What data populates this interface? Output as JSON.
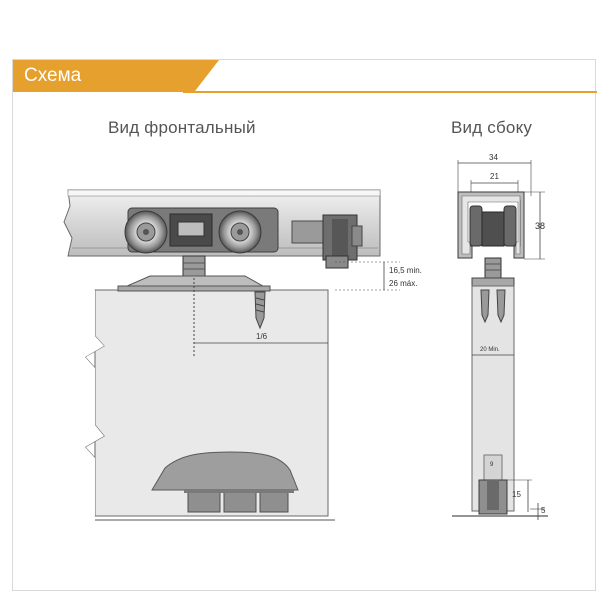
{
  "header": {
    "title": "Схема",
    "accent_color": "#e6a02d"
  },
  "views": {
    "front": {
      "title": "Вид фронтальный"
    },
    "side": {
      "title": "Вид сбоку"
    }
  },
  "dimensions": {
    "front_gap_min": "16,5 min.",
    "front_gap_max": "26 máx.",
    "front_fraction": "1/6",
    "side_width_outer": "34",
    "side_width_inner": "21",
    "side_height": "38",
    "side_door_min": "20 Min.",
    "side_guide_width": "9",
    "side_guide_height": "15",
    "side_floor_gap": "5"
  }
}
